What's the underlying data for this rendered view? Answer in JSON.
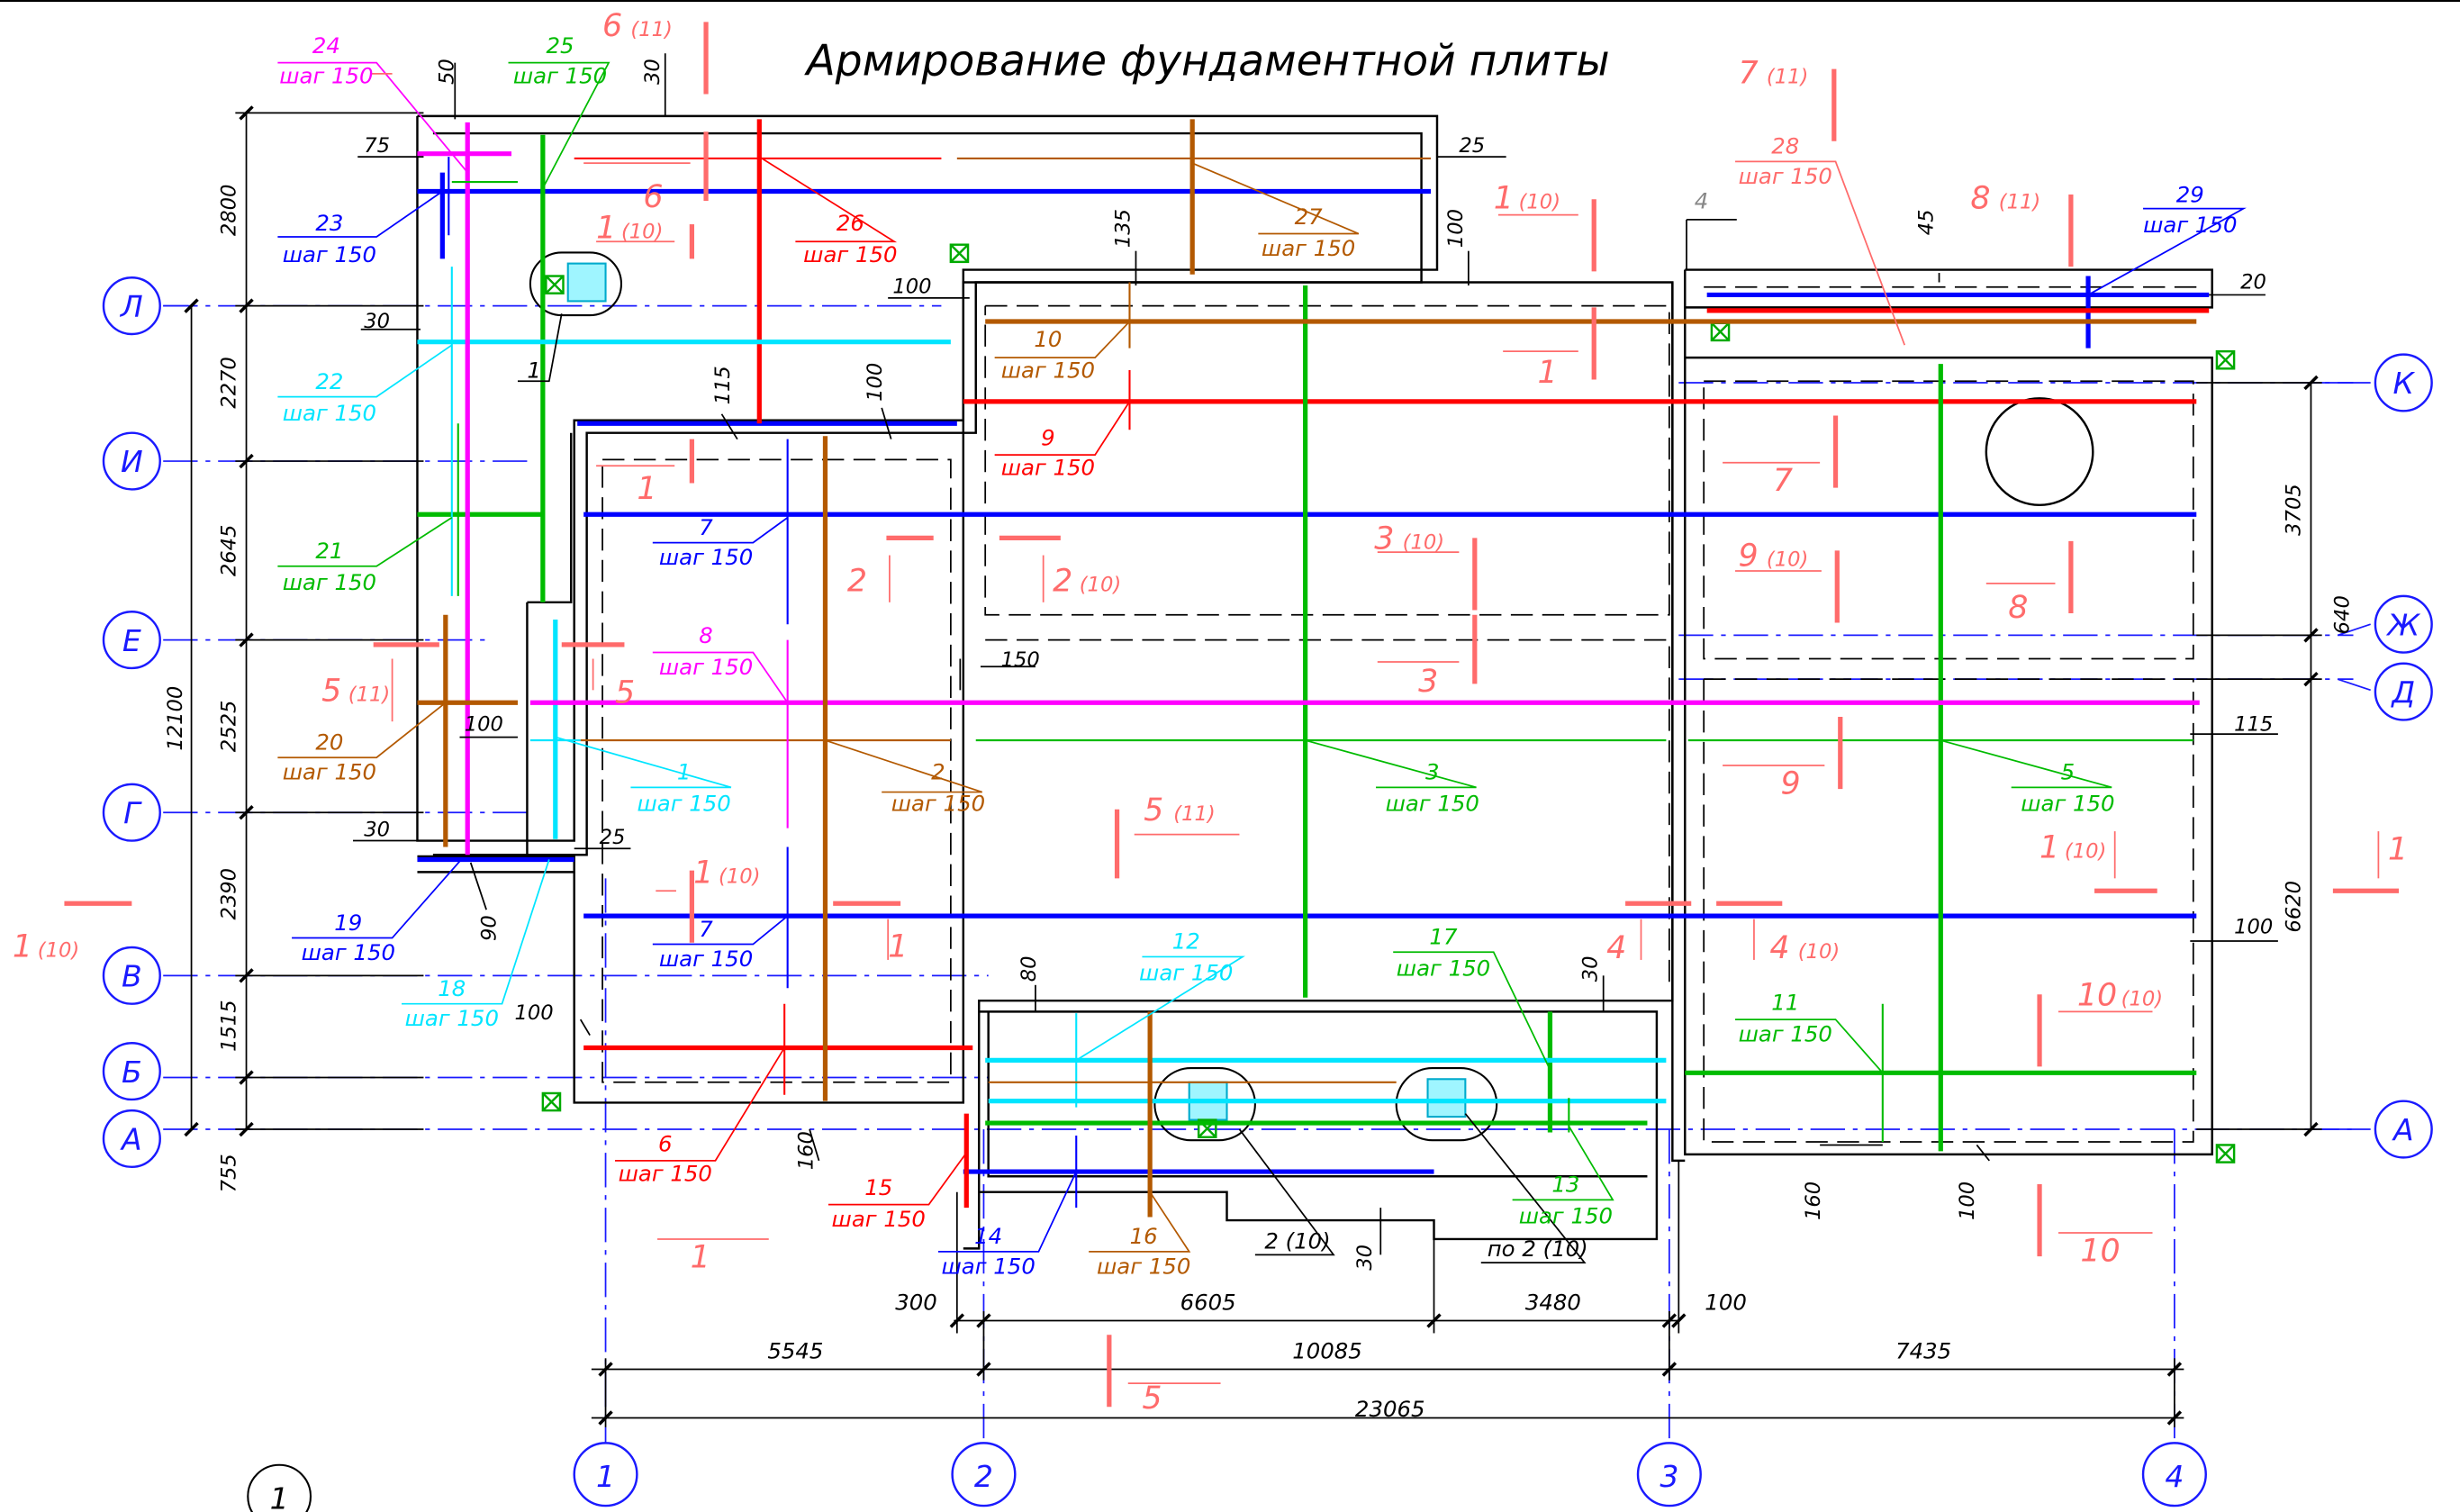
{
  "title": "Армирование фундаментной плиты",
  "step_text": "шаг 150",
  "colors": {
    "outline": "#000000",
    "axis": "#1a1aff",
    "dim": "#000000",
    "section": "#ff6b6b",
    "blue": "#0000ff",
    "red": "#ff0000",
    "green": "#00bb00",
    "cyan": "#00e5ff",
    "magenta": "#ff00ff",
    "brown": "#b35900",
    "callout_gray": "#888888"
  },
  "row_axes": [
    "Л",
    "И",
    "Е",
    "Г",
    "В",
    "Б",
    "А"
  ],
  "right_axes": [
    "К",
    "Ж",
    "Д",
    "А"
  ],
  "col_axes": [
    "1",
    "2",
    "3",
    "4"
  ],
  "dims": {
    "left_rows": [
      "2800",
      "2270",
      "2645",
      "2525",
      "2390",
      "1515",
      "755"
    ],
    "left_total": "12100",
    "right": [
      "3705",
      "640",
      "6620"
    ],
    "bottom_row1": [
      "300",
      "6605",
      "3480",
      "100"
    ],
    "bottom_row2": [
      "5545",
      "10085",
      "7435"
    ],
    "bottom_total": "23065",
    "small": {
      "d50": "50",
      "d75": "75",
      "d30a": "30",
      "d30b": "30",
      "d30c": "30",
      "d30d": "30",
      "d30e": "30",
      "d25a": "25",
      "d25b": "25",
      "d100a": "100",
      "d100b": "100",
      "d100c": "100",
      "d100d": "100",
      "d100e": "100",
      "d100f": "100",
      "d100g": "100",
      "d115a": "115",
      "d115b": "115",
      "d135": "135",
      "d150": "150",
      "d160a": "160",
      "d160b": "160",
      "d80": "80",
      "d90": "90",
      "d45": "45",
      "d20": "20"
    }
  },
  "rebars": [
    {
      "num": "1",
      "step": "шаг 150"
    },
    {
      "num": "2",
      "step": "шаг 150"
    },
    {
      "num": "3",
      "step": "шаг 150"
    },
    {
      "num": "5",
      "step": "шаг 150"
    },
    {
      "num": "6",
      "step": "шаг 150"
    },
    {
      "num": "7",
      "step": "шаг 150"
    },
    {
      "num": "7",
      "step": "шаг 150"
    },
    {
      "num": "8",
      "step": "шаг 150"
    },
    {
      "num": "9",
      "step": "шаг 150"
    },
    {
      "num": "10",
      "step": "шаг 150"
    },
    {
      "num": "11",
      "step": "шаг 150"
    },
    {
      "num": "12",
      "step": "шаг 150"
    },
    {
      "num": "13",
      "step": "шаг 150"
    },
    {
      "num": "14",
      "step": "шаг 150"
    },
    {
      "num": "15",
      "step": "шаг 150"
    },
    {
      "num": "16",
      "step": "шаг 150"
    },
    {
      "num": "17",
      "step": "шаг 150"
    },
    {
      "num": "18",
      "step": "шаг 150"
    },
    {
      "num": "19",
      "step": "шаг 150"
    },
    {
      "num": "20",
      "step": "шаг 150"
    },
    {
      "num": "21",
      "step": "шаг 150"
    },
    {
      "num": "22",
      "step": "шаг 150"
    },
    {
      "num": "23",
      "step": "шаг 150"
    },
    {
      "num": "24",
      "step": "шаг 150"
    },
    {
      "num": "25",
      "step": "шаг 150"
    },
    {
      "num": "26",
      "step": "шаг 150"
    },
    {
      "num": "27",
      "step": "шаг 150"
    },
    {
      "num": "28",
      "step": "шаг 150"
    },
    {
      "num": "29",
      "step": "шаг 150"
    }
  ],
  "sections": {
    "s6_11": "6",
    "s6_11_sub": "(11)",
    "s7_11": "7",
    "s7_11_sub": "(11)",
    "s8_11": "8",
    "s8_11_sub": "(11)",
    "s1_10a": "1",
    "s1_10a_sub": "(10)",
    "s1_10b": "1",
    "s1_10b_sub": "(10)",
    "s3_10": "3",
    "s3_10_sub": "(10)",
    "s9_10": "9",
    "s9_10_sub": "(10)",
    "s2_10": "2",
    "s2_10_sub": "(10)",
    "s5_11a": "5",
    "s5_11a_sub": "(11)",
    "s5_11b": "5",
    "s5_11b_sub": "(11)",
    "s1_10c": "1",
    "s1_10c_sub": "(10)",
    "s1_10d": "1",
    "s1_10d_sub": "(10)",
    "s1_10e": "1",
    "s1_10e_sub": "(10)",
    "s4_10": "4",
    "s4_10_sub": "(10)",
    "s10_10": "10",
    "s10_10_sub": "(10)",
    "b6": "6",
    "b1a": "1",
    "b1b": "1",
    "b7": "7",
    "b2": "2",
    "b8": "8",
    "b3": "3",
    "b5a": "5",
    "b9": "9",
    "b1c": "1",
    "b4": "4",
    "b1d": "1",
    "b1e": "1",
    "b10": "10",
    "b5b": "5"
  },
  "notes": {
    "n1": "1",
    "n2": "2  (10)",
    "n_po2": "по 2  (10)",
    "n4": "4",
    "sheet_no": "1"
  }
}
